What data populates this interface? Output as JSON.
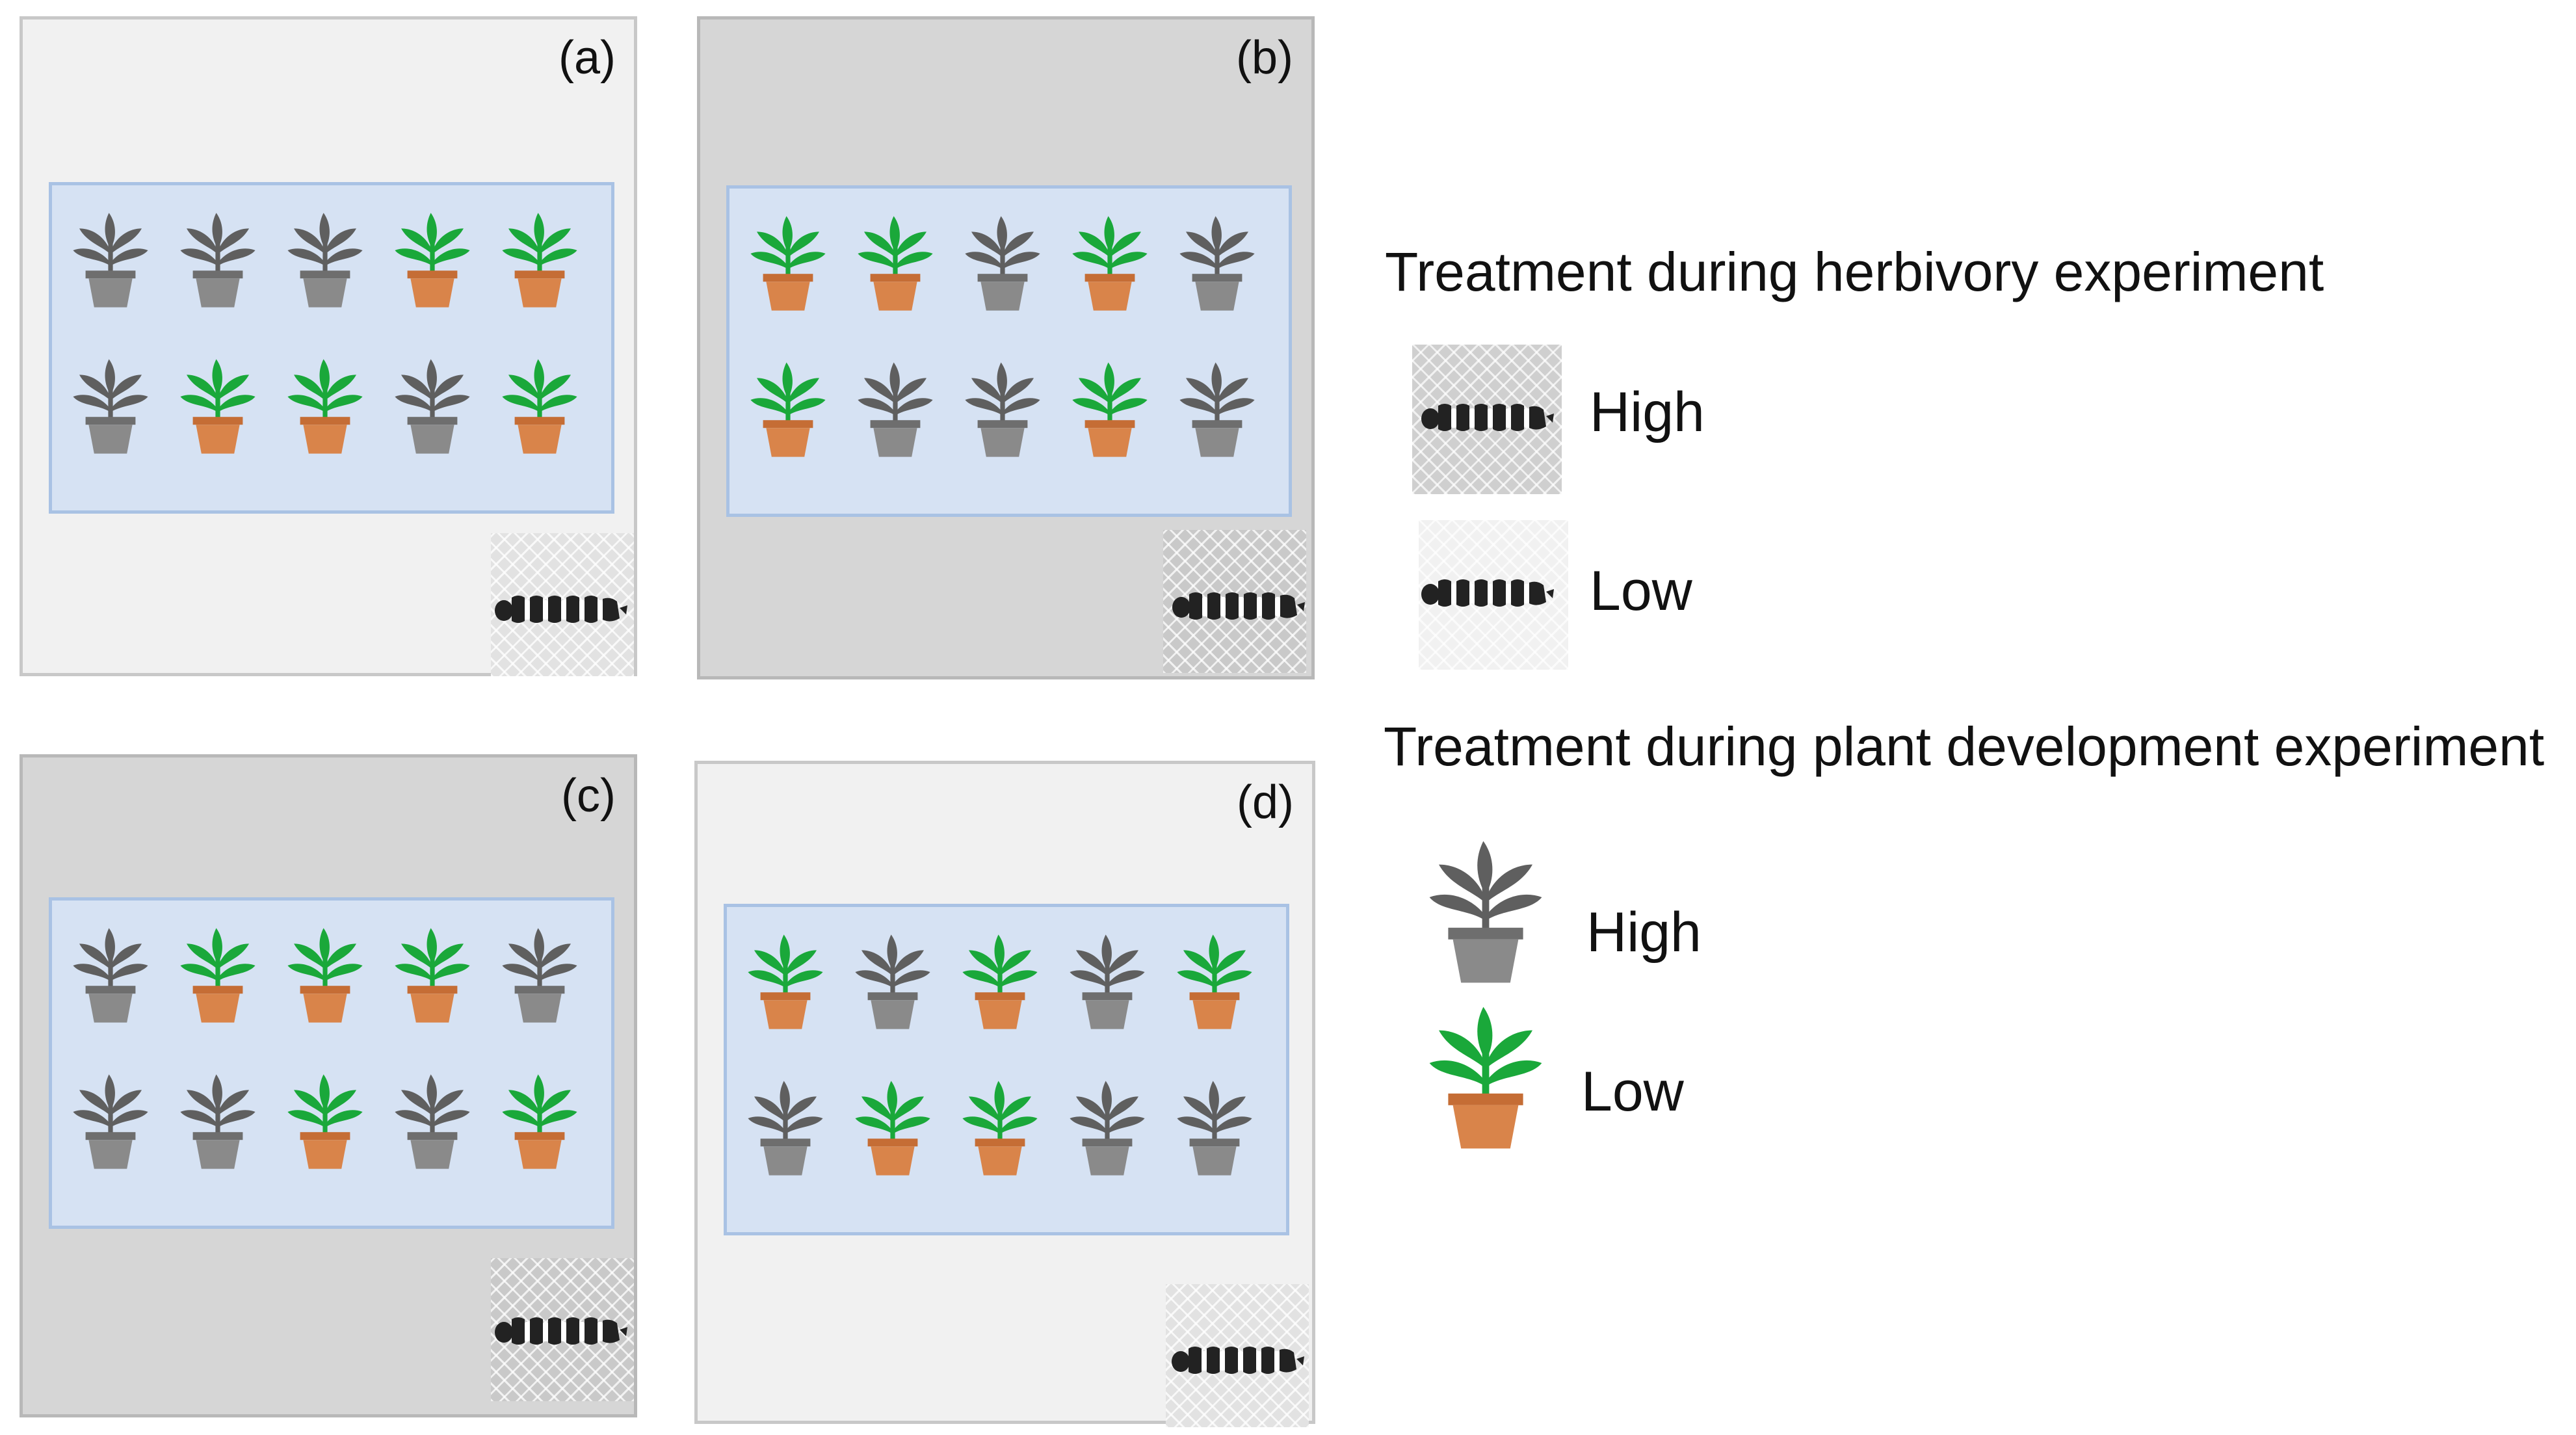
{
  "panels": [
    {
      "id": "a",
      "label": "(a)",
      "herbivory": "low",
      "rows": [
        [
          "high",
          "high",
          "high",
          "low",
          "low"
        ],
        [
          "high",
          "low",
          "low",
          "high",
          "low"
        ]
      ]
    },
    {
      "id": "b",
      "label": "(b)",
      "herbivory": "high",
      "rows": [
        [
          "low",
          "low",
          "high",
          "low",
          "high"
        ],
        [
          "low",
          "high",
          "high",
          "low",
          "high"
        ]
      ]
    },
    {
      "id": "c",
      "label": "(c)",
      "herbivory": "high",
      "rows": [
        [
          "high",
          "low",
          "low",
          "low",
          "high"
        ],
        [
          "high",
          "high",
          "low",
          "high",
          "low"
        ]
      ]
    },
    {
      "id": "d",
      "label": "(d)",
      "herbivory": "low",
      "rows": [
        [
          "low",
          "high",
          "low",
          "high",
          "low"
        ],
        [
          "high",
          "low",
          "low",
          "high",
          "high"
        ]
      ]
    }
  ],
  "legend": {
    "herbivory_title": "Treatment during herbivory experiment",
    "herbivory_high": "High",
    "herbivory_low": "Low",
    "development_title": "Treatment during plant development experiment",
    "development_high": "High",
    "development_low": "Low"
  },
  "colors": {
    "high_plant_leaf": "#5f5f5f",
    "high_pot": "#8a8a8a",
    "low_plant_leaf": "#1aa83a",
    "low_pot": "#d9844a",
    "tray": "#d6e2f3",
    "herbivory_high_bg": "#d6d6d6",
    "herbivory_low_bg": "#f1f1f1"
  }
}
